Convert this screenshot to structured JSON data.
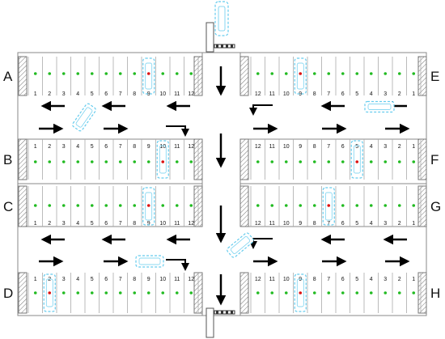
{
  "row_letters": [
    "A",
    "B",
    "C",
    "D",
    "E",
    "F",
    "G",
    "H"
  ],
  "left_slot_numbers": [
    "1",
    "2",
    "3",
    "4",
    "5",
    "6",
    "7",
    "8",
    "9",
    "10",
    "11",
    "12"
  ],
  "right_slot_numbers": [
    "12",
    "11",
    "10",
    "9",
    "8",
    "7",
    "6",
    "5",
    "4",
    "3",
    "2",
    "1"
  ],
  "occupied": [
    {
      "row": "A",
      "slot": "9"
    },
    {
      "row": "B",
      "slot": "10"
    },
    {
      "row": "C",
      "slot": "9"
    },
    {
      "row": "D",
      "slot": "2"
    },
    {
      "row": "E",
      "slot": "9"
    },
    {
      "row": "F",
      "slot": "5"
    },
    {
      "row": "G",
      "slot": "7"
    },
    {
      "row": "H",
      "slot": "9"
    }
  ],
  "colors": {
    "free": "#22bb22",
    "occupied": "#dd1111",
    "car": "#66ccee",
    "line": "#888888",
    "arrow": "#000000",
    "hatch": "#777777"
  },
  "icons": {
    "arrow": "arrow-icon",
    "car": "car-icon",
    "gate": "gate-barrier-icon"
  }
}
